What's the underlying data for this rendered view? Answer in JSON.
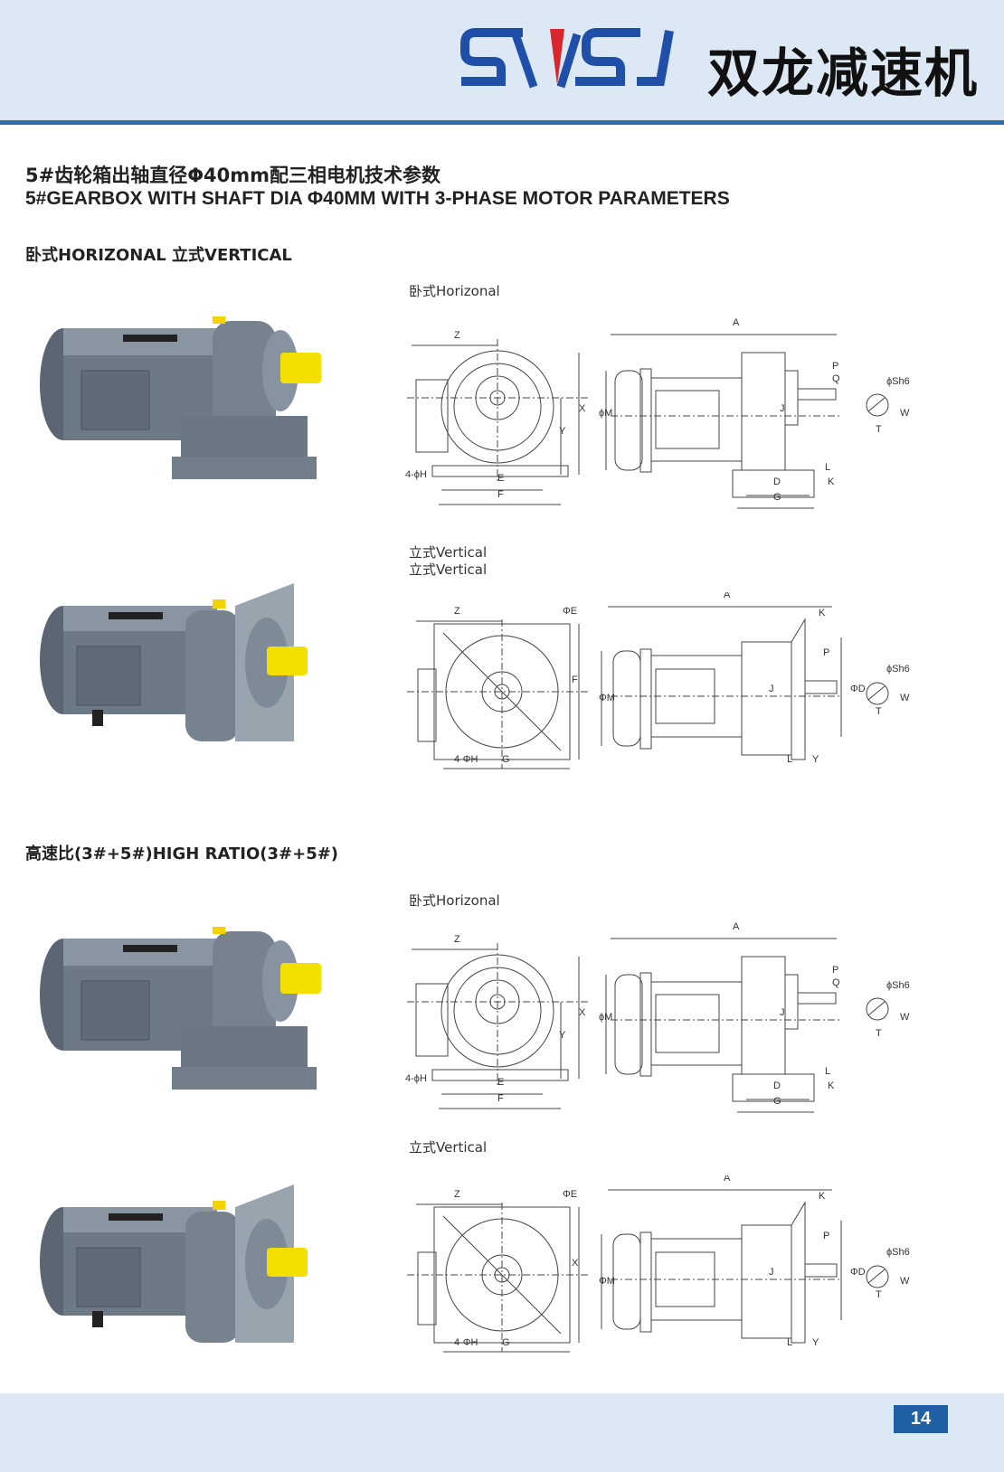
{
  "header": {
    "logo_text": "SWSJ",
    "brand": "双龙减速机",
    "colors": {
      "band": "#dce8f4",
      "line": "#2a6cb0",
      "logo_blue": "#1f4fa8",
      "logo_red": "#d8262c"
    }
  },
  "title": {
    "cn": "5#齿轮箱出轴直径Φ40mm配三相电机技术参数",
    "en": "5#GEARBOX WITH SHAFT DIA Φ40MM WITH 3-PHASE MOTOR PARAMETERS"
  },
  "section1": {
    "heading": "卧式HORIZONAL   立式VERTICAL",
    "horizontal_caption": "卧式Horizonal",
    "vertical_caption_1": "立式Vertical",
    "vertical_caption_2": "立式Vertical"
  },
  "section2": {
    "heading": "高速比(3#+5#)HIGH RATIO(3#+5#)",
    "horizontal_caption": "卧式Horizonal",
    "vertical_caption": "立式Vertical"
  },
  "labels_h": [
    "Z",
    "X",
    "Y",
    "4-ϕH",
    "E",
    "F",
    "A",
    "ϕM",
    "P",
    "Q",
    "J",
    "L",
    "K",
    "D",
    "G",
    "ϕSh6",
    "W",
    "T"
  ],
  "labels_v": [
    "Z",
    "ΦE",
    "F",
    "4-ΦH",
    "G",
    "A",
    "K",
    "P",
    "ΦM",
    "J",
    "ΦD",
    "L",
    "Y",
    "ϕSh6",
    "W",
    "T"
  ],
  "labels_v2": [
    "Z",
    "ΦE",
    "X",
    "4-ΦH",
    "G",
    "A",
    "K",
    "P",
    "ΦM",
    "J",
    "ΦD",
    "L",
    "Y",
    "ϕSh6",
    "W",
    "T"
  ],
  "footer": {
    "page_number": "14"
  }
}
